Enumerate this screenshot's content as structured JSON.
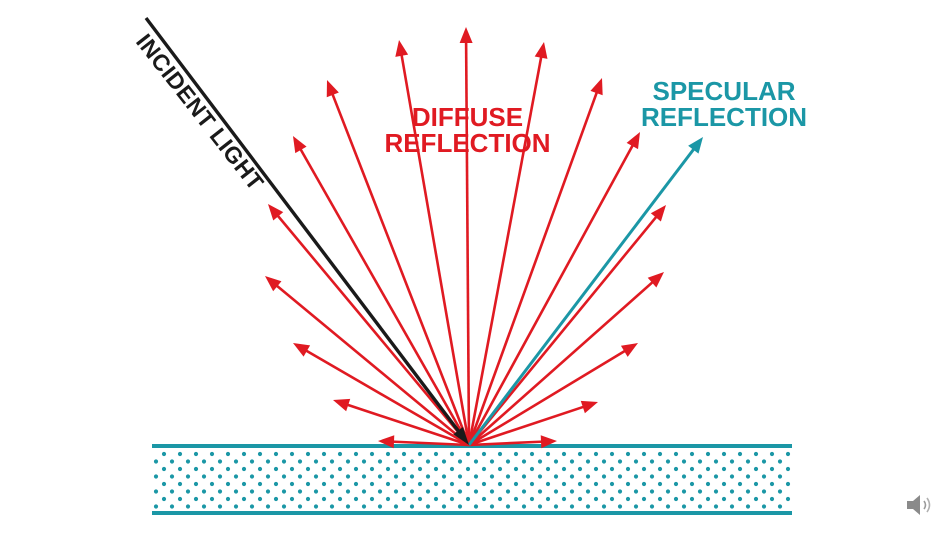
{
  "labels": {
    "incident": "INCIDENT LIGHT",
    "diffuse_line1": "DIFFUSE",
    "diffuse_line2": "REFLECTION",
    "specular_line1": "SPECULAR",
    "specular_line2": "REFLECTION"
  },
  "colors": {
    "diffuse": "#e01a22",
    "specular": "#1b97a6",
    "incident": "#1a1a1a",
    "surface": "#1b97a6",
    "background": "#ffffff"
  },
  "icons": {
    "audio": "speaker-icon"
  }
}
